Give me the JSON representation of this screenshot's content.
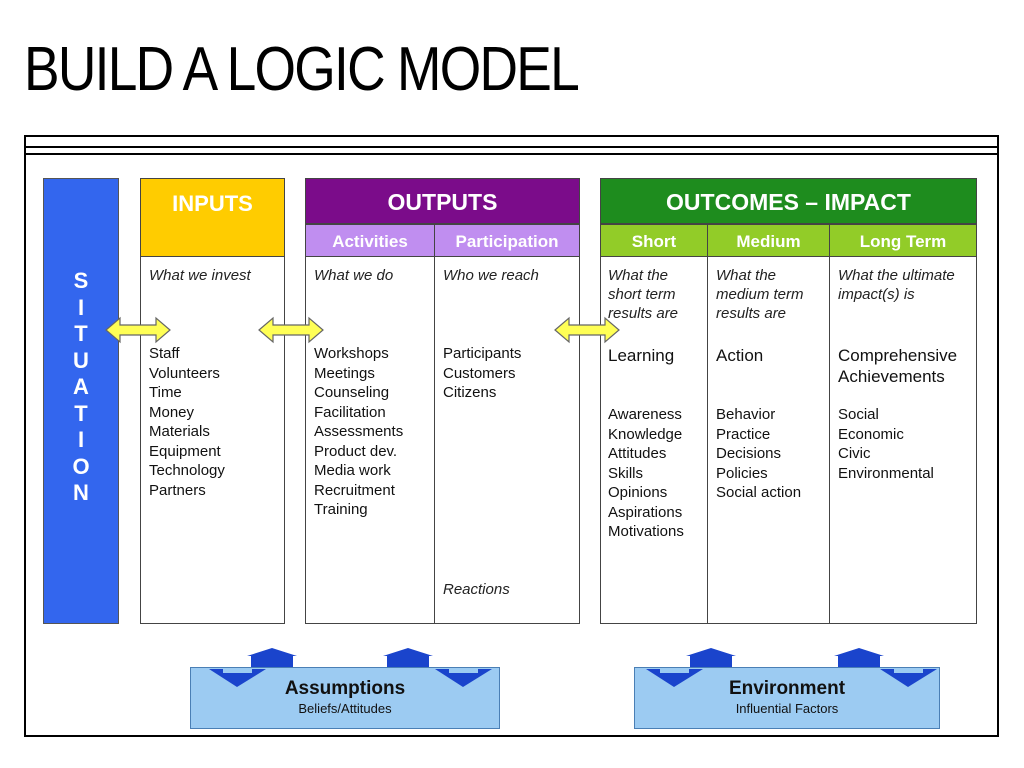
{
  "title": "BUILD A LOGIC MODEL",
  "situation": [
    "S",
    "I",
    "T",
    "U",
    "A",
    "T",
    "I",
    "O",
    "N"
  ],
  "inputs": {
    "header": "INPUTS",
    "desc": "What we invest",
    "items": [
      "Staff",
      "Volunteers",
      "Time",
      "Money",
      "Materials",
      "Equipment",
      "Technology",
      "Partners"
    ]
  },
  "outputs": {
    "header": "OUTPUTS",
    "activities": {
      "header": "Activities",
      "desc": "What we do",
      "items": [
        "Workshops",
        "Meetings",
        "Counseling",
        "Facilitation",
        "Assessments",
        "Product dev.",
        "Media work",
        "Recruitment",
        "Training"
      ]
    },
    "participation": {
      "header": "Participation",
      "desc": "Who we reach",
      "items": [
        "Participants",
        "Customers",
        "Citizens"
      ],
      "footer": "Reactions"
    }
  },
  "outcomes": {
    "header": "OUTCOMES – IMPACT",
    "short": {
      "header": "Short",
      "desc": "What the short term results are",
      "main": "Learning",
      "items": [
        "Awareness",
        "Knowledge",
        "Attitudes",
        "Skills",
        "Opinions",
        "Aspirations",
        "Motivations"
      ]
    },
    "medium": {
      "header": "Medium",
      "desc": "What the medium term results are",
      "main": "Action",
      "items": [
        "Behavior",
        "Practice",
        "Decisions",
        "Policies",
        "Social action"
      ]
    },
    "long": {
      "header": "Long Term",
      "desc": "What the ultimate impact(s) is",
      "main": "Comprehensive Achievements",
      "items": [
        "Social",
        "Economic",
        "Civic",
        "Environmental"
      ]
    }
  },
  "assumptions": {
    "title": "Assumptions",
    "subtitle": "Beliefs/Attitudes"
  },
  "environment": {
    "title": "Environment",
    "subtitle": "Influential Factors"
  },
  "colors": {
    "situation": "#3366ee",
    "inputs": "#ffcc00",
    "outputs": "#7b0c8a",
    "outputs_sub": "#c08ef0",
    "outcomes": "#1e8c1e",
    "outcomes_sub": "#92cc28",
    "bottom_box": "#9ccbf2",
    "arrow_blue": "#1a44cc",
    "arrow_yellow": "#ffff55"
  }
}
